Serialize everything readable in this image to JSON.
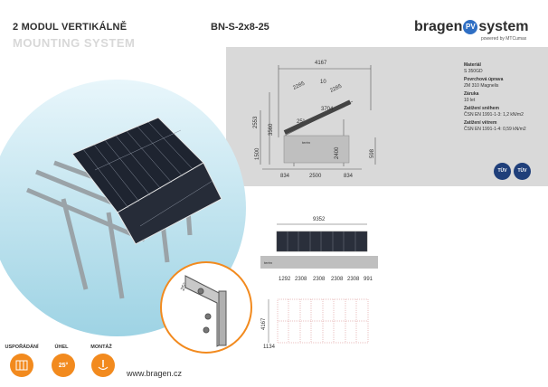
{
  "header": {
    "title": "2 MODUL VERTIKÁLNĚ",
    "subtitle": "MOUNTING SYSTEM",
    "model": "BN-S-2x8-25"
  },
  "logo": {
    "brand_left": "bragen",
    "brand_mid": "PV",
    "brand_right": "system",
    "tagline": "powered by MTCumax"
  },
  "specs": [
    {
      "label": "Materiál",
      "value": "S 350GD"
    },
    {
      "label": "Povrchová úprava",
      "value": "ZM 310 Magnelis"
    },
    {
      "label": "Záruka",
      "value": "10 let"
    },
    {
      "label": "Zatížení sněhem",
      "value": "ČSN EN 1991-1-3: 1,2 kN/m2"
    },
    {
      "label": "Zatížení větrem",
      "value": "ČSN EN 1991-1-4: 0,59 kN/m2"
    }
  ],
  "badges": [
    "TÜV",
    "TÜV"
  ],
  "side_drawing": {
    "top_width": "4167",
    "panel_1": "2285",
    "gap": "10",
    "panel_2": "2285",
    "horiz": "3704",
    "height_total": "2553",
    "rear_post": "3560",
    "front_post": "1500",
    "inner": "2400",
    "right_h": "598",
    "angle": "25°",
    "terrain": "terén",
    "bottom_left": "834",
    "bottom_mid": "2500",
    "bottom_right": "834"
  },
  "front_drawing": {
    "total": "9352",
    "terrain": "terén",
    "spans": [
      "1292",
      "2308",
      "2308",
      "2308",
      "2308",
      "991"
    ]
  },
  "plan_drawing": {
    "height": "4167",
    "left": "1134"
  },
  "icons": [
    {
      "label": "USPOŘÁDÁNÍ",
      "name": "layout-icon"
    },
    {
      "label": "ÚHEL",
      "name": "angle-icon",
      "value": "25°"
    },
    {
      "label": "MONTÁŽ",
      "name": "mount-icon"
    }
  ],
  "footer": {
    "website": "www.bragen.cz"
  }
}
